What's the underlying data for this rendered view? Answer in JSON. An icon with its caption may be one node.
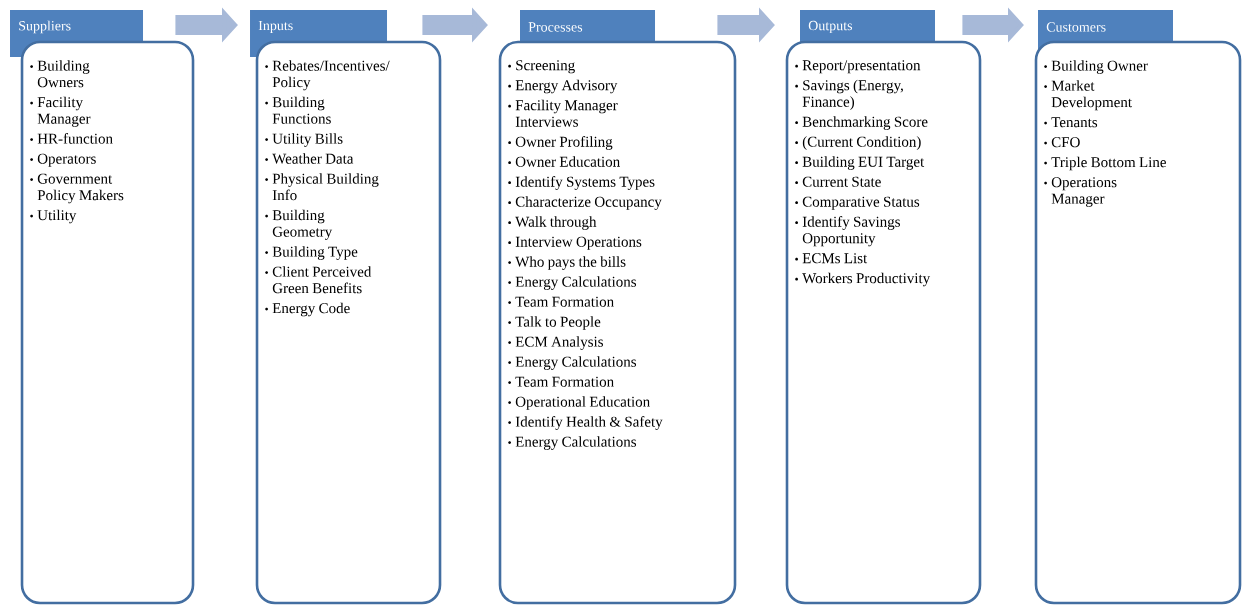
{
  "diagram": {
    "nodes": [
      {
        "text": [
          "Suppliers",
          "Building Owners",
          "Facility Manager",
          "HR-function",
          "Operators",
          "Government Policy Makers",
          "Utility"
        ]
      },
      {
        "text": [
          "Inputs",
          "Rebates/Incentives/ Policy",
          "Building Functions",
          "Utility Bills",
          "Weather Data",
          "Physical Building Info",
          "Building Geometry",
          "Building Type",
          "Client Perceived Green Benefits",
          "Energy Code"
        ]
      },
      {
        "text": [
          "Processes",
          "Screening",
          "Energy Advisory",
          "Facility Manager Interviews",
          "Owner Profiling",
          "Owner Education",
          "Identify Systems Types",
          "Characterize Occupancy",
          "Walk through",
          "Interview Operations",
          "Who pays the bills",
          "Energy Calculations",
          "Team Formation",
          "Talk to People",
          "ECM Analysis",
          "Energy Calculations",
          "Team Formation",
          "Operational Education",
          "Identify Health & Safety",
          "Energy Calculations"
        ]
      },
      {
        "text": [
          "Outputs",
          "Report/presentation",
          "Savings (Energy, Finance)",
          "Benchmarking Score",
          "(Current Condition)",
          "Building EUI Target",
          "Current State",
          "Comparative Status",
          "Identify Savings Opportunity",
          "ECMs List",
          "Workers Productivity"
        ]
      },
      {
        "text": [
          "Customers",
          "Building Owner",
          "Market Development",
          "Tenants",
          "CFO",
          "Triple Bottom Line",
          "Operations Manager"
        ]
      }
    ],
    "edges": [
      {
        "from": 0,
        "to": 1,
        "arrow": "to"
      },
      {
        "from": 1,
        "to": 2,
        "arrow": "to"
      },
      {
        "from": 2,
        "to": 3,
        "arrow": "to"
      },
      {
        "from": 3,
        "to": 4,
        "arrow": "to"
      }
    ]
  }
}
